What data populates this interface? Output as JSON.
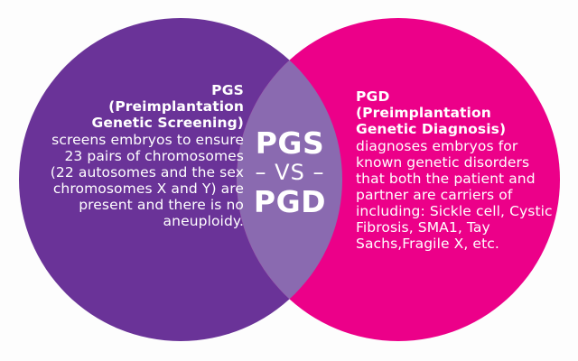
{
  "figure": {
    "type": "venn-diagram",
    "background_color": "#fdfdfd"
  },
  "left_circle": {
    "name": "pgs-circle",
    "color": "#6a3398",
    "title": "PGS",
    "subtitle_line1": "(Preimplantation",
    "subtitle_line2": "Genetic Screening)",
    "body": "screens embryos to ensure 23 pairs of chromosomes (22 autosomes and the sex chromosomes X and Y) are present and there is no aneuploidy."
  },
  "right_circle": {
    "name": "pgd-circle",
    "color": "#ec0089",
    "title": "PGD",
    "subtitle_line1": "(Preimplantation",
    "subtitle_line2": "Genetic Diagnosis)",
    "body": "diagnoses embryos for known genetic disorders that both the patient and partner are carriers of including: Sickle cell, Cystic Fibrosis, SMA1, Tay Sachs,Fragile X, etc."
  },
  "overlap": {
    "name": "overlap-lens",
    "color": "#8a6ab0",
    "line1": "PGS",
    "line2": "– VS –",
    "line3": "PGD"
  }
}
